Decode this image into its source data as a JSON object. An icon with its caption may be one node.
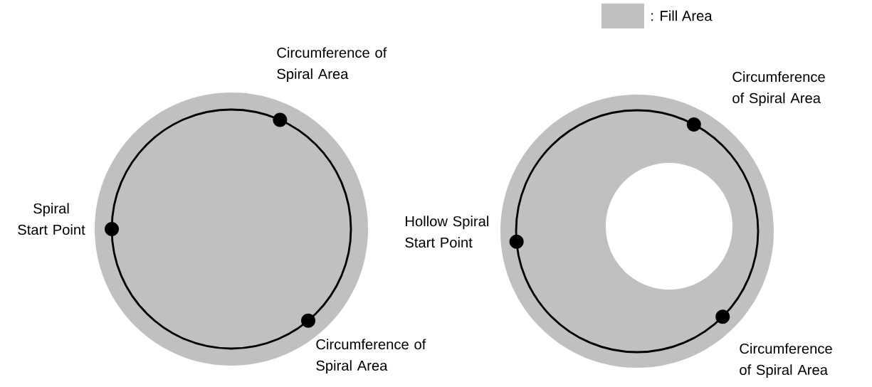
{
  "diagram": {
    "labels": [
      "Circumference of Spiral Area",
      "Circumference of Spiral Area",
      "Spiral Start Point",
      "Hollow Spiral Start Point",
      "Circumference of Spiral Area",
      "Circumference of Spiral Area"
    ],
    "legend": [
      {
        "text": ": Fill Area",
        "color": "#c0c0c0"
      }
    ]
  }
}
